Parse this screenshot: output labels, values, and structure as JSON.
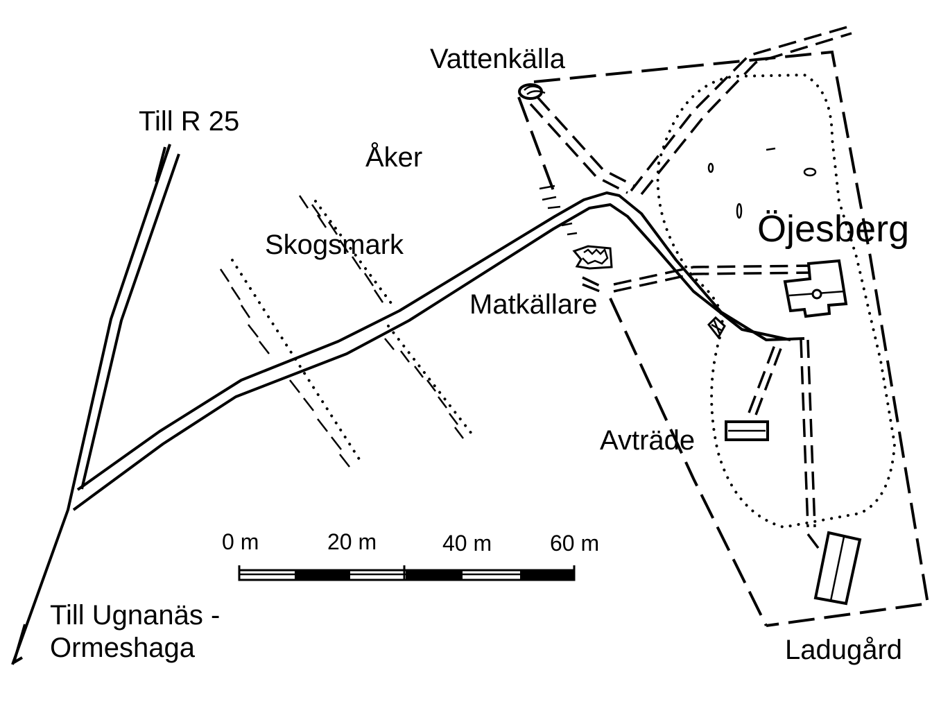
{
  "map": {
    "labels": {
      "vattenkalla": "Vattenkälla",
      "till_r25": "Till R 25",
      "aker": "Åker",
      "skogsmark": "Skogsmark",
      "ojesberg": "Öjesberg",
      "matkallare": "Matkällare",
      "avtrade": "Avträde",
      "till_ugnanas_line1": "Till Ugnanäs -",
      "till_ugnanas_line2": "Ormeshaga",
      "ladugard": "Ladugård"
    },
    "scale_bar": {
      "ticks": [
        "0 m",
        "20 m",
        "40 m",
        "60 m"
      ]
    },
    "colors": {
      "ink": "#000000",
      "paper": "#ffffff"
    }
  }
}
